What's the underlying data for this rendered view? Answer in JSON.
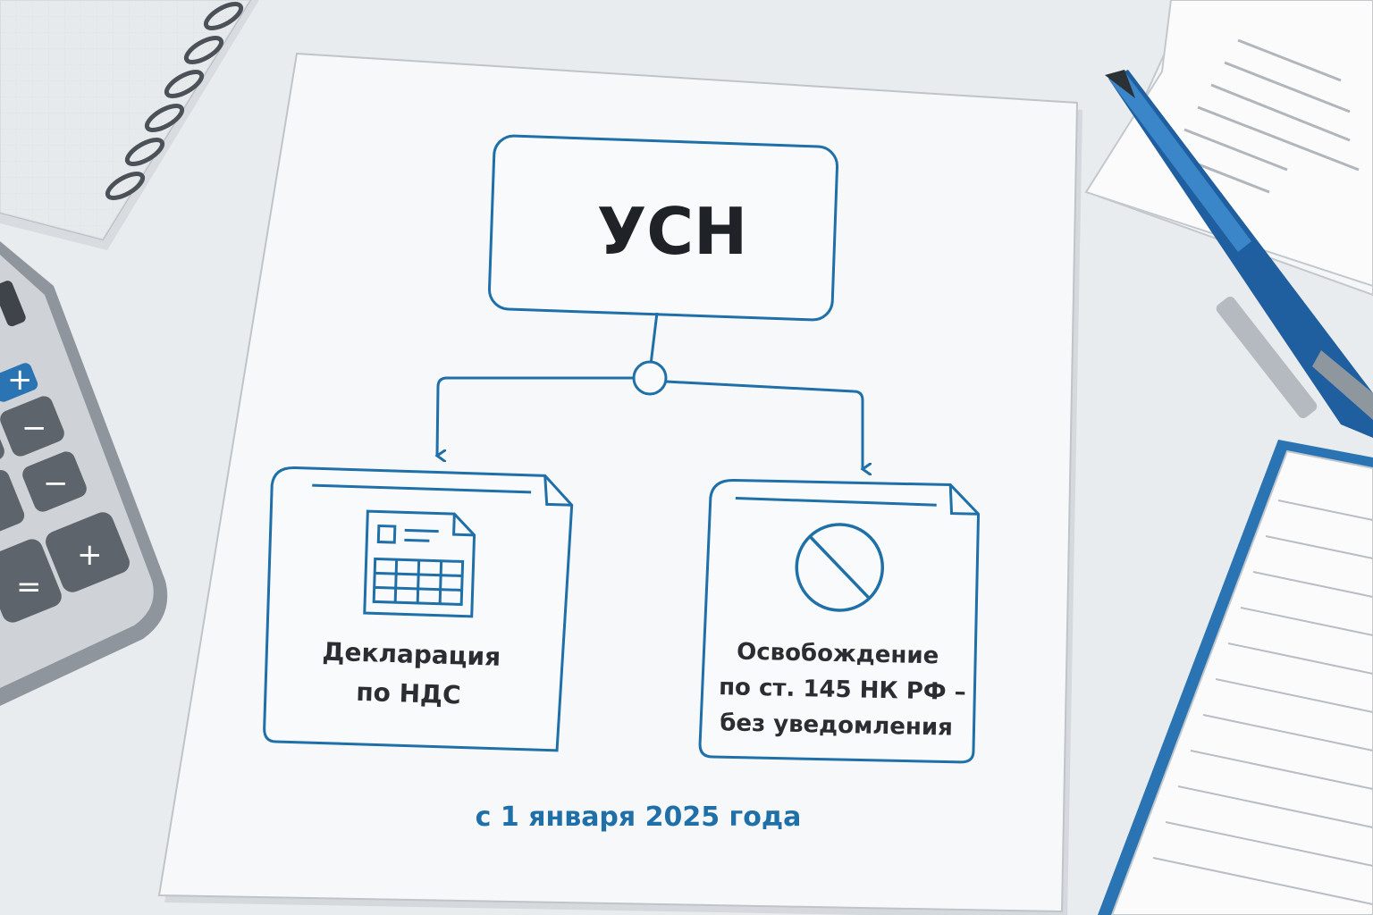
{
  "diagram": {
    "root": {
      "label": "УСН"
    },
    "branches": [
      {
        "id": "declaration",
        "icon": "spreadsheet-icon",
        "lines": [
          "Декларация",
          "по НДС"
        ]
      },
      {
        "id": "exemption",
        "icon": "prohibited-icon",
        "lines": [
          "Освобождение",
          "по ст. 145 НК РФ –",
          "без уведомления"
        ]
      }
    ],
    "footer": "с 1 января 2025 года"
  },
  "colors": {
    "accent": "#1f6fa8",
    "text": "#2a2d31",
    "paper": "#f7f8f9",
    "background": "#e9ecef"
  }
}
